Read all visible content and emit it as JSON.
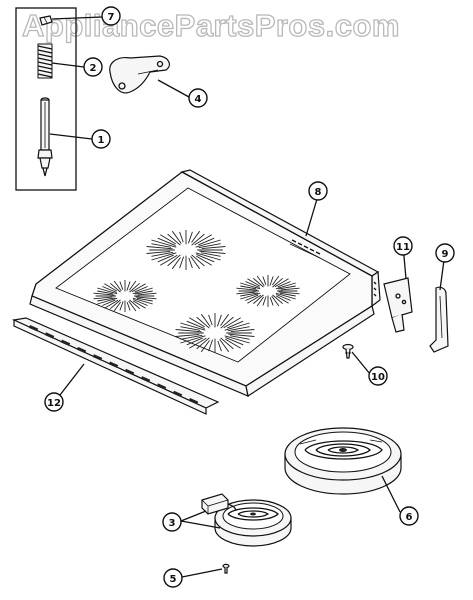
{
  "watermark": {
    "text": "AppliancePartsPros.com"
  },
  "callouts": [
    {
      "label": "1"
    },
    {
      "label": "2"
    },
    {
      "label": "3"
    },
    {
      "label": "4"
    },
    {
      "label": "5"
    },
    {
      "label": "6"
    },
    {
      "label": "7"
    },
    {
      "label": "8"
    },
    {
      "label": "9"
    },
    {
      "label": "10"
    },
    {
      "label": "11"
    },
    {
      "label": "12"
    }
  ],
  "colors": {
    "ink": "#111111",
    "watermark_outline": "#b8b8b8",
    "background": "#ffffff"
  }
}
